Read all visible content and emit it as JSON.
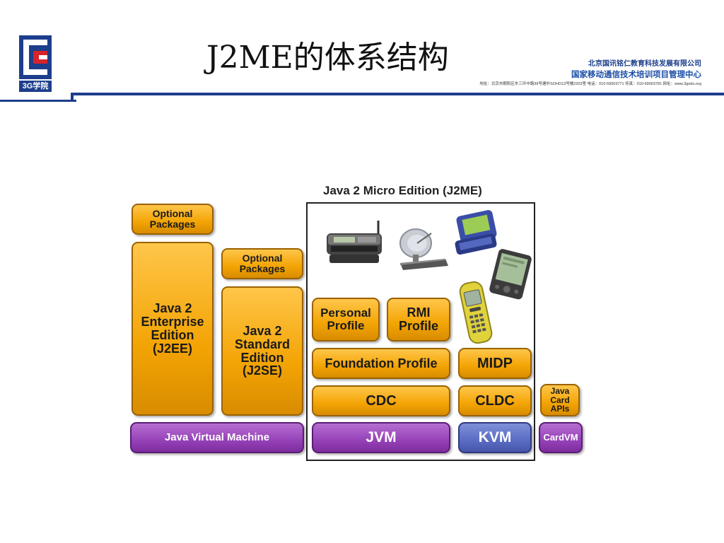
{
  "header": {
    "title": "J2ME的体系结构",
    "logo_label": "3G学院",
    "org_name": "北京国讯铭仁教育科技发展有限公司",
    "org_center": "国家移动通信技术培训项目管理中心",
    "org_address": "地址：北京市朝阳区东三环中路39号建外SOHO13号楼2202室  电话：010-59003771  传真：010-59003781  网址：www.3gedu.org"
  },
  "diagram": {
    "title": "Java 2 Micro Edition (J2ME)",
    "blocks": {
      "j2ee_optional": "Optional\nPackages",
      "j2ee": "Java 2\nEnterprise\nEdition\n(J2EE)",
      "j2se_optional": "Optional\nPackages",
      "j2se": "Java 2\nStandard\nEdition\n(J2SE)",
      "jvm_classic": "Java Virtual Machine",
      "personal_profile": "Personal\nProfile",
      "rmi_profile": "RMI\nProfile",
      "foundation_profile": "Foundation Profile",
      "cdc": "CDC",
      "jvm": "JVM",
      "midp": "MIDP",
      "cldc": "CLDC",
      "kvm": "KVM",
      "javacard_apis": "Java\nCard\nAPIs",
      "cardvm": "CardVM"
    },
    "device_icons": [
      "communicator-phone-icon",
      "satellite-dish-icon",
      "pager-icon",
      "pda-icon",
      "mobile-phone-icon"
    ]
  },
  "colors": {
    "brand_blue": "#1c3e8c",
    "orange": "#f3a404",
    "purple": "#9641b8",
    "kvm_blue": "#5a6cc3"
  }
}
